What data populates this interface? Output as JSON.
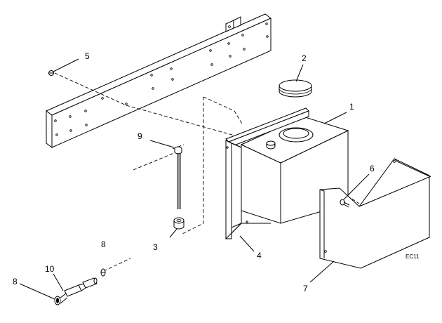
{
  "diagram": {
    "callouts": {
      "c1": "1",
      "c2": "2",
      "c3": "3",
      "c4": "4",
      "c5": "5",
      "c6": "6",
      "c7": "7",
      "c8a": "8",
      "c8b": "8",
      "c9": "9",
      "c10": "10"
    },
    "drawing_code": "EC11"
  }
}
